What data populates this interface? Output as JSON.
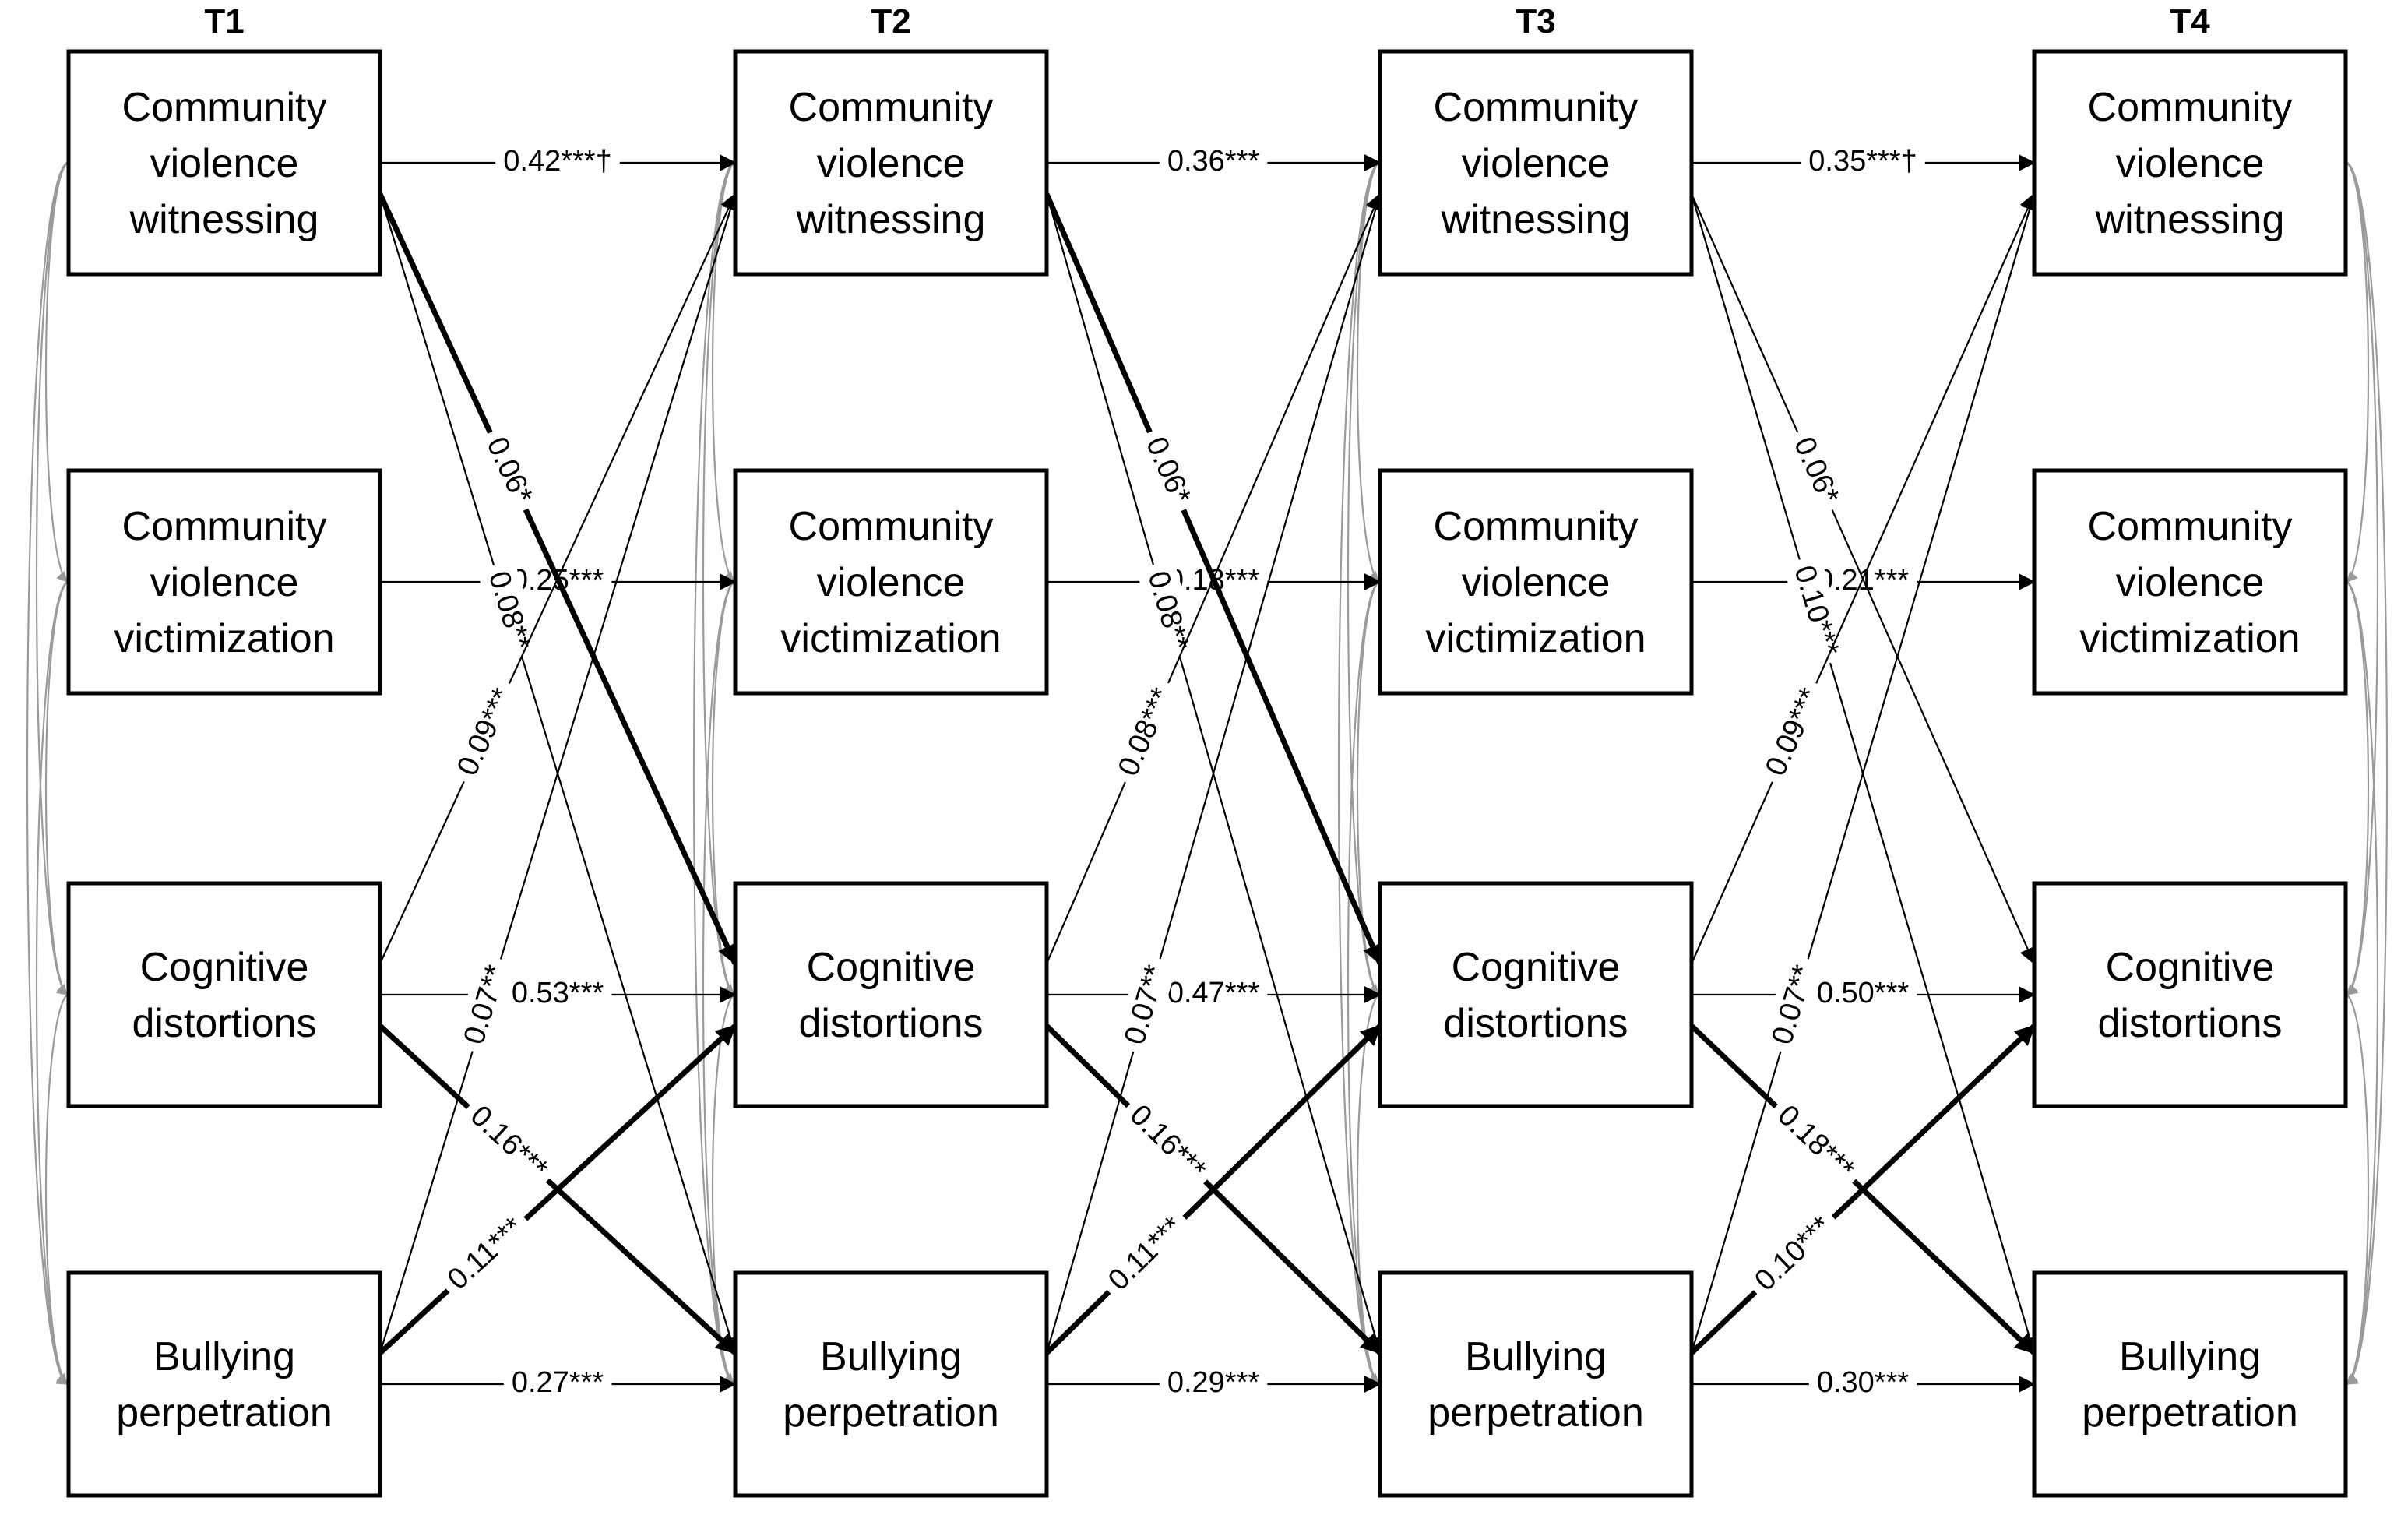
{
  "waves": [
    {
      "id": "T1",
      "label": "T1"
    },
    {
      "id": "T2",
      "label": "T2"
    },
    {
      "id": "T3",
      "label": "T3"
    },
    {
      "id": "T4",
      "label": "T4"
    }
  ],
  "constructs": [
    {
      "id": "cvw",
      "lines": [
        "Community",
        "violence",
        "witnessing"
      ]
    },
    {
      "id": "cvv",
      "lines": [
        "Community",
        "violence",
        "victimization"
      ]
    },
    {
      "id": "cd",
      "lines": [
        "Cognitive",
        "distortions"
      ]
    },
    {
      "id": "bp",
      "lines": [
        "Bullying",
        "perpetration"
      ]
    }
  ],
  "paths": [
    {
      "from": "T1.cvw",
      "to": "T2.cvw",
      "label": "0.42***†",
      "weight": "thin"
    },
    {
      "from": "T1.cvv",
      "to": "T2.cvv",
      "label": "0.25***",
      "weight": "thin"
    },
    {
      "from": "T1.cd",
      "to": "T2.cd",
      "label": "0.53***",
      "weight": "thin"
    },
    {
      "from": "T1.bp",
      "to": "T2.bp",
      "label": "0.27***",
      "weight": "thin"
    },
    {
      "from": "T1.cvw",
      "to": "T2.cd",
      "label": "0.06*",
      "weight": "thick"
    },
    {
      "from": "T1.cvw",
      "to": "T2.bp",
      "label": "0.08**",
      "weight": "thin"
    },
    {
      "from": "T1.cd",
      "to": "T2.cvw",
      "label": "0.09***",
      "weight": "thin"
    },
    {
      "from": "T1.cd",
      "to": "T2.bp",
      "label": "0.16***",
      "weight": "thick"
    },
    {
      "from": "T1.bp",
      "to": "T2.cvw",
      "label": "0.07**",
      "weight": "thin"
    },
    {
      "from": "T1.bp",
      "to": "T2.cd",
      "label": "0.11***",
      "weight": "thick"
    },
    {
      "from": "T2.cvw",
      "to": "T3.cvw",
      "label": "0.36***",
      "weight": "thin"
    },
    {
      "from": "T2.cvv",
      "to": "T3.cvv",
      "label": "0.18***",
      "weight": "thin"
    },
    {
      "from": "T2.cd",
      "to": "T3.cd",
      "label": "0.47***",
      "weight": "thin"
    },
    {
      "from": "T2.bp",
      "to": "T3.bp",
      "label": "0.29***",
      "weight": "thin"
    },
    {
      "from": "T2.cvw",
      "to": "T3.cd",
      "label": "0.06*",
      "weight": "thick"
    },
    {
      "from": "T2.cvw",
      "to": "T3.bp",
      "label": "0.08**",
      "weight": "thin"
    },
    {
      "from": "T2.cd",
      "to": "T3.cvw",
      "label": "0.08***",
      "weight": "thin"
    },
    {
      "from": "T2.cd",
      "to": "T3.bp",
      "label": "0.16***",
      "weight": "thick"
    },
    {
      "from": "T2.bp",
      "to": "T3.cvw",
      "label": "0.07**",
      "weight": "thin"
    },
    {
      "from": "T2.bp",
      "to": "T3.cd",
      "label": "0.11***",
      "weight": "thick"
    },
    {
      "from": "T3.cvw",
      "to": "T4.cvw",
      "label": "0.35***†",
      "weight": "thin"
    },
    {
      "from": "T3.cvv",
      "to": "T4.cvv",
      "label": "0.21***",
      "weight": "thin"
    },
    {
      "from": "T3.cd",
      "to": "T4.cd",
      "label": "0.50***",
      "weight": "thin"
    },
    {
      "from": "T3.bp",
      "to": "T4.bp",
      "label": "0.30***",
      "weight": "thin"
    },
    {
      "from": "T3.cvw",
      "to": "T4.cd",
      "label": "0.06*",
      "weight": "thin"
    },
    {
      "from": "T3.cvw",
      "to": "T4.bp",
      "label": "0.10***",
      "weight": "thin"
    },
    {
      "from": "T3.cd",
      "to": "T4.cvw",
      "label": "0.09***",
      "weight": "thin"
    },
    {
      "from": "T3.cd",
      "to": "T4.bp",
      "label": "0.18***",
      "weight": "thick"
    },
    {
      "from": "T3.bp",
      "to": "T4.cvw",
      "label": "0.07**",
      "weight": "thin"
    },
    {
      "from": "T3.bp",
      "to": "T4.cd",
      "label": "0.10***",
      "weight": "thick"
    }
  ]
}
